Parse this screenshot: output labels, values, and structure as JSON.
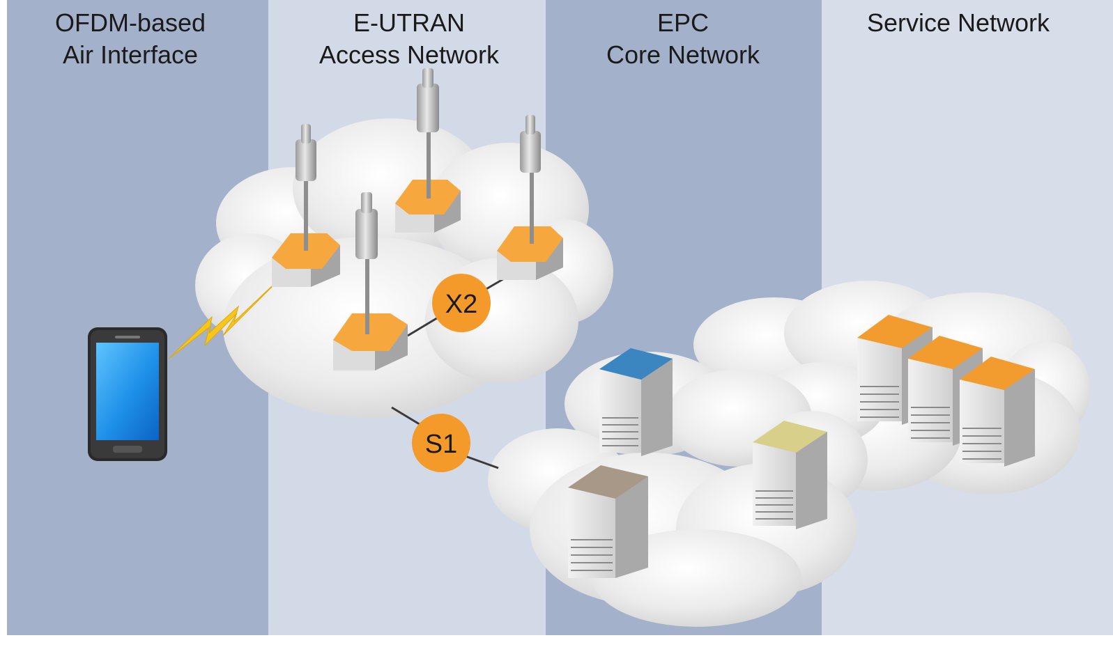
{
  "columns": [
    {
      "line1": "OFDM-based",
      "line2": "Air Interface"
    },
    {
      "line1": "E-UTRAN",
      "line2": "Access Network"
    },
    {
      "line1": "EPC",
      "line2": "Core Network"
    },
    {
      "line1": "Service Network",
      "line2": ""
    }
  ],
  "interfaces": {
    "x2": "X2",
    "s1": "S1"
  },
  "colors": {
    "column_dark": "#a3b1cb",
    "column_light": "#d7dde9",
    "badge": "#f49a2b",
    "hex_top": "#f4a038",
    "cloud": "#e4e4e4",
    "phone_screen": "#1e90e8",
    "lightning": "#f7c51f",
    "server_blue": "#3b86c1",
    "server_tan": "#a89887",
    "server_yellow": "#d8cf8b",
    "server_orange": "#f29b2f"
  },
  "icons": [
    "mobile-phone-icon",
    "lightning-icon",
    "antenna-icon",
    "base-station-icon",
    "server-icon",
    "cloud-icon"
  ]
}
